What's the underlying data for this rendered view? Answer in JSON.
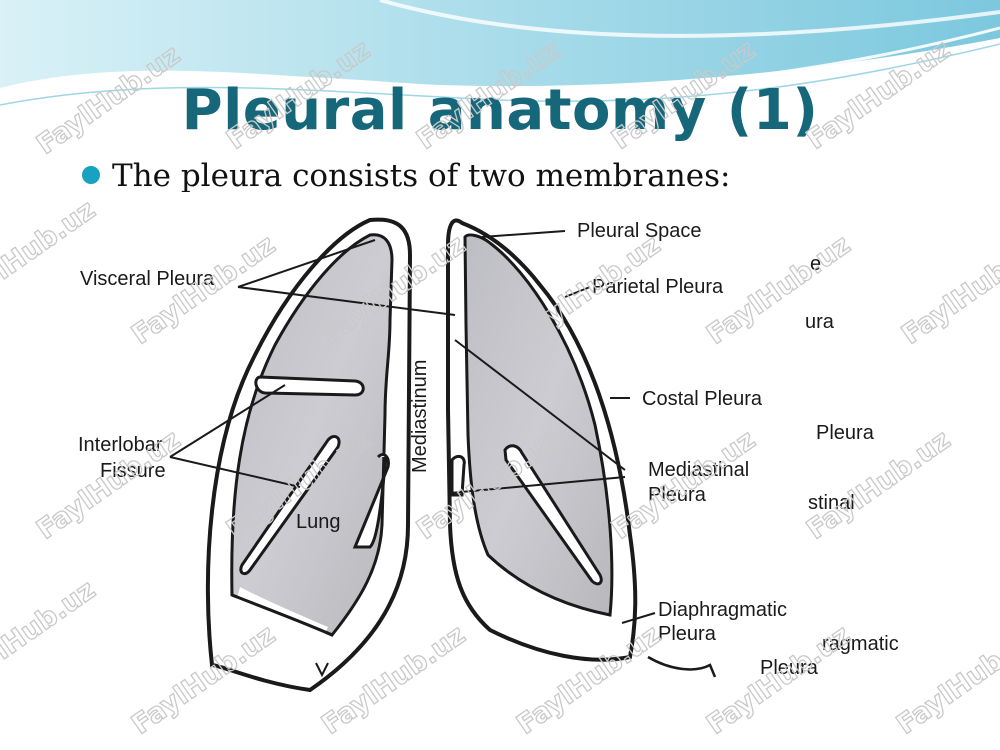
{
  "slide": {
    "title": "Pleural anatomy (1)",
    "bullet": "The pleura consists of two membranes:"
  },
  "figure": {
    "labels": {
      "pleural_space": "Pleural Space",
      "visceral_pleura": "Visceral Pleura",
      "parietal_pleura": "Parietal Pleura",
      "costal_pleura": "Costal Pleura",
      "mediastinal_pleura_1": "Mediastinal",
      "mediastinal_pleura_2": "Pleura",
      "interlobar_fissure_1": "Interlobar",
      "interlobar_fissure_2": "Fissure",
      "lung": "Lung",
      "mediastinum": "Mediastinum",
      "diaphragmatic_pleura_1": "Diaphragmatic",
      "diaphragmatic_pleura_2": "Pleura"
    },
    "underlying_fragments": {
      "frag_1": "e",
      "frag_2": "ura",
      "frag_3": "Pleura",
      "frag_4": "stinal",
      "frag_5": "ragmatic",
      "frag_6": "Pleura"
    }
  },
  "watermark": {
    "text": "FaylHub.uz"
  },
  "colors": {
    "title": "#17677a",
    "bullet": "#17a2c2",
    "wave": "#9fd6e6"
  }
}
